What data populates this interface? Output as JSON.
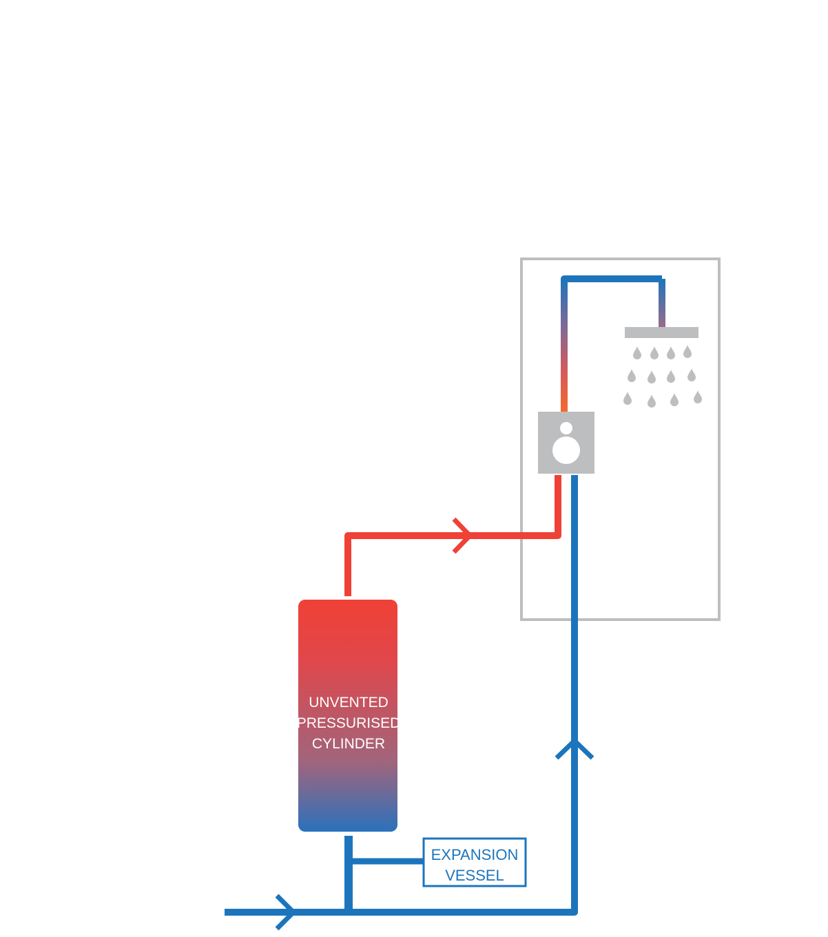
{
  "diagram": {
    "cylinder": {
      "line1": "UNVENTED",
      "line2": "PRESSURISED",
      "line3": "CYLINDER"
    },
    "expansion_vessel": {
      "line1": "EXPANSION",
      "line2": "VESSEL"
    }
  },
  "colors": {
    "hot": "#ef4136",
    "cold": "#1c75bc",
    "fixture": "#bcbec0",
    "enclosure": "#bcbec0",
    "mixed_top": "#f26a2e",
    "mixed_mid": "#9a6b8a"
  }
}
